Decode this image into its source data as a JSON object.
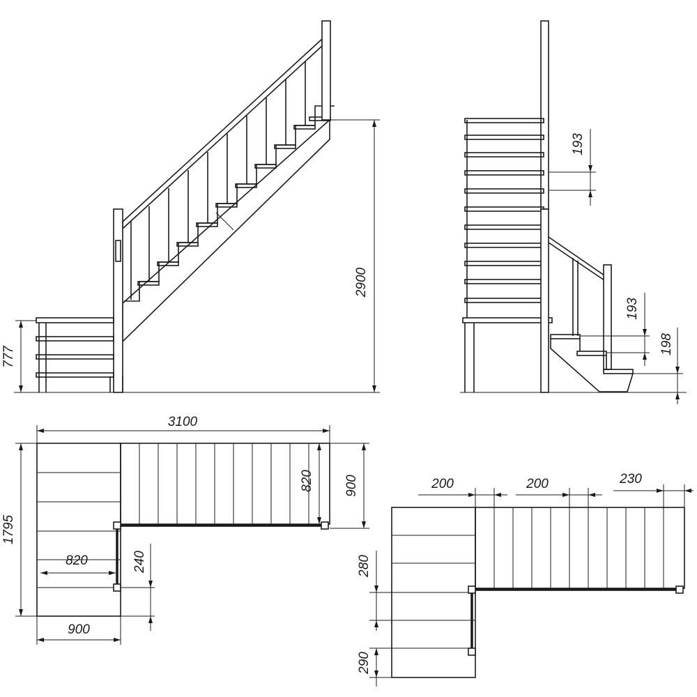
{
  "drawing": {
    "dimensions": {
      "landing_height": "777",
      "total_height": "2900",
      "riser_upper": "193",
      "riser_lower": "193",
      "first_riser": "198",
      "total_length": "3100",
      "total_width": "1795",
      "flight_width_upper": "820",
      "flight_width_plan": "900",
      "landing_width": "820",
      "post_offset": "240",
      "landing_depth": "900",
      "tread_start": "200",
      "tread_mid": "200",
      "tread_end": "230",
      "winder_depth": "280",
      "last_tread": "290"
    }
  }
}
